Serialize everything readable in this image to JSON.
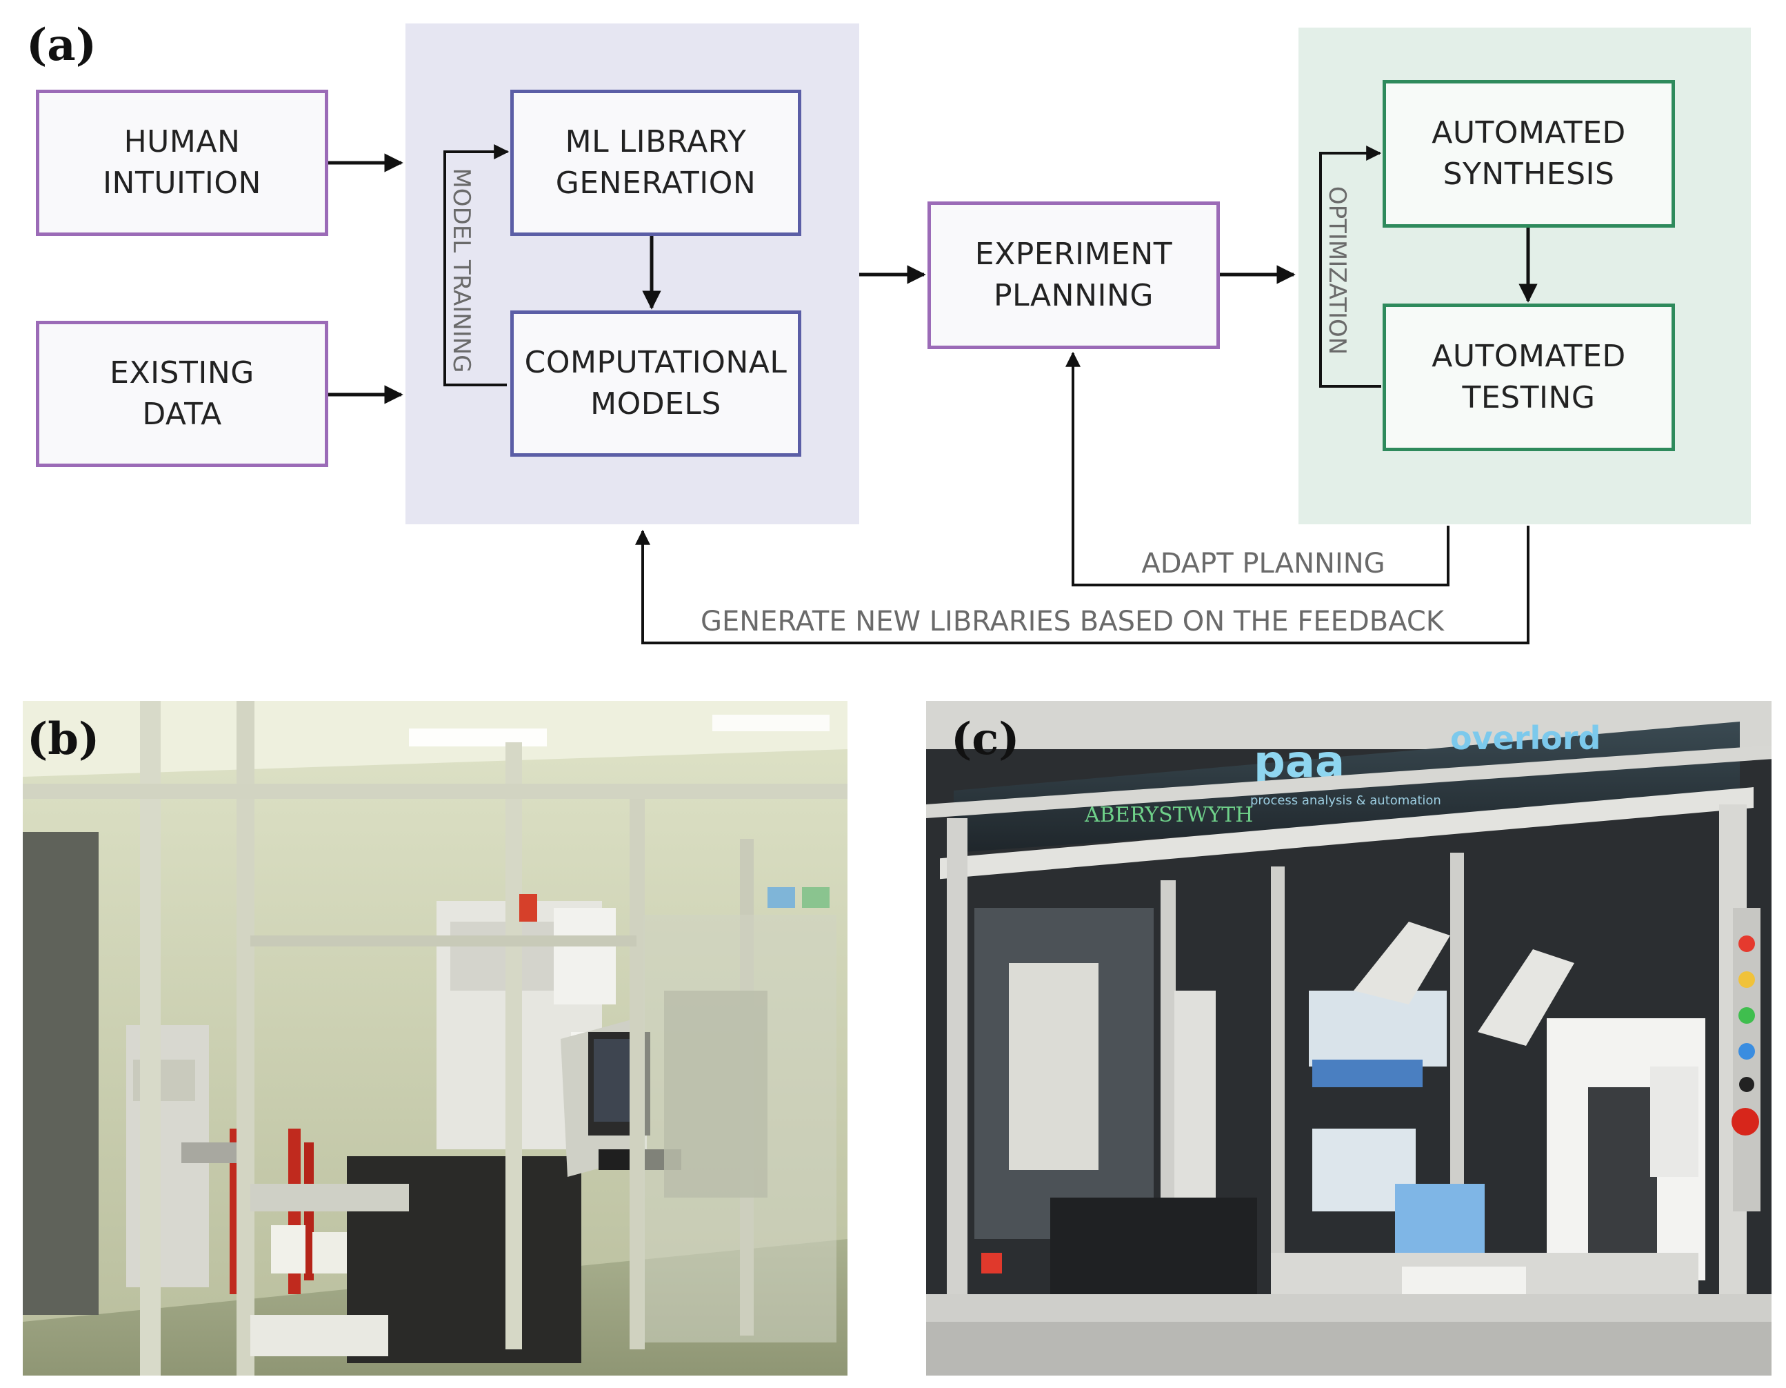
{
  "panels": {
    "a": "(a)",
    "b": "(b)",
    "c": "(c)"
  },
  "diagram": {
    "nodes": {
      "human_intuition": "HUMAN\nINTUITION",
      "existing_data": "EXISTING\nDATA",
      "ml_library_generation": "ML LIBRARY\nGENERATION",
      "computational_models": "COMPUTATIONAL\nMODELS",
      "experiment_planning": "EXPERIMENT\nPLANNING",
      "automated_synthesis": "AUTOMATED\nSYNTHESIS",
      "automated_testing": "AUTOMATED\nTESTING"
    },
    "loop_labels": {
      "model_training": "MODEL TRAINING",
      "optimization": "OPTIMIZATION",
      "adapt_planning": "ADAPT PLANNING",
      "generate_new_libraries": "GENERATE NEW LIBRARIES BASED ON THE FEEDBACK"
    }
  },
  "photo_c_signage": {
    "sign_1": "ABERYSTWYTH",
    "sign_2": "paa",
    "sign_2_sub": "process analysis & automation",
    "sign_3": "overlord"
  },
  "colors": {
    "purple_border": "#9b6bb7",
    "blue_border": "#5b5ea6",
    "green_border": "#2e8a5c",
    "blue_region": "#e6e6f2",
    "green_region": "#e3efe8"
  }
}
